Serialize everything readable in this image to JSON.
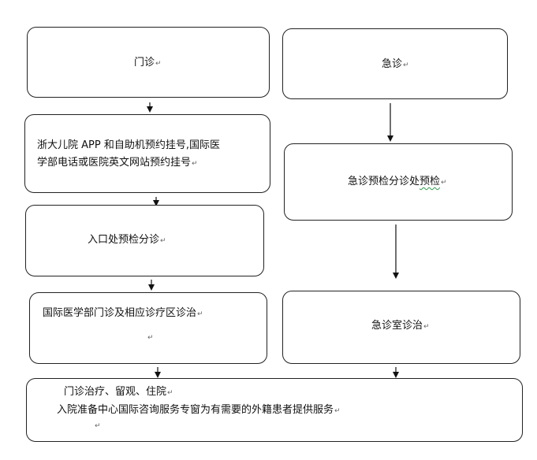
{
  "return_mark": "↵",
  "left_column": {
    "outpatient": "门诊",
    "booking": {
      "line1": "浙大儿院 APP 和自助机预约挂号,国际医",
      "line2": "学部电话或医院英文网站预约挂号"
    },
    "entrance_triage": "入口处预检分诊",
    "intl_department": {
      "line1": "国际医学部门诊及相应诊疗区诊治"
    }
  },
  "right_column": {
    "emergency": "急诊",
    "emergency_triage": {
      "prefix": "急诊预检分诊处",
      "underlined": "预检"
    },
    "emergency_room": "急诊室诊治"
  },
  "final": {
    "line1": "门诊治疗、留观、住院",
    "line2": "入院准备中心国际咨询服务专窗为有需要的外籍患者提供服务"
  },
  "colors": {
    "border": "#222222",
    "spellcheck_underline": "#2e9b4b",
    "return_mark": "#666666"
  }
}
